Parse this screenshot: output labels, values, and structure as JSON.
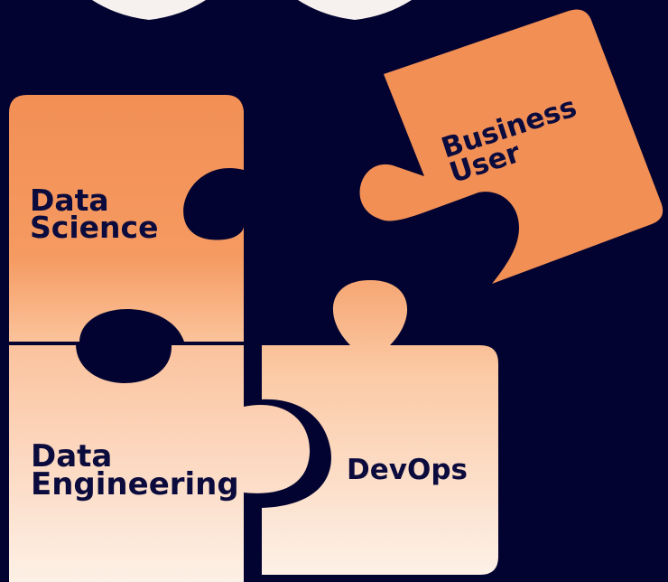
{
  "pieces": {
    "data_science": {
      "line1": "Data",
      "line2": "Science"
    },
    "data_engineering": {
      "line1": "Data",
      "line2": "Engineering"
    },
    "devops": {
      "label": "DevOps"
    },
    "business_user": {
      "line1": "Business",
      "line2": "User"
    }
  },
  "colors": {
    "background": "#020330",
    "orange": "#f28f55",
    "light_peach": "#fde6d6",
    "text_dark": "#0b0b3d"
  }
}
